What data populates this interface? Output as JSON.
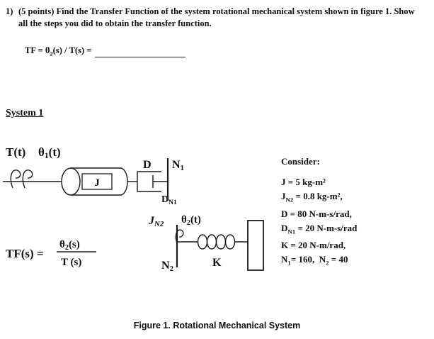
{
  "problem": {
    "number": "1)",
    "text": "(5 points) Find the Transfer Function of the system rotational mechanical system shown in figure 1. Show all the steps you did to obtain the transfer function.",
    "tf_label": [
      {
        "t": "TF = θ"
      },
      {
        "t": "2",
        "sub": true
      },
      {
        "t": "(s) / T(s)  ="
      }
    ]
  },
  "section_title": "System 1",
  "diagram": {
    "torque_label": "T(t)",
    "theta1_label": [
      {
        "t": "θ"
      },
      {
        "t": "1",
        "sub": true
      },
      {
        "t": "(t)"
      }
    ],
    "inertia_label": "J",
    "damper_label": "D",
    "gear1_label": [
      {
        "t": "N"
      },
      {
        "t": "1",
        "sub": true
      }
    ],
    "damper_n1_label": [
      {
        "t": "D"
      },
      {
        "t": "N1",
        "sub": true
      }
    ],
    "inertia_n2_label": [
      {
        "t": "J"
      },
      {
        "t": "N2",
        "sub": true
      }
    ],
    "theta2_label": [
      {
        "t": "θ"
      },
      {
        "t": "2",
        "sub": true
      },
      {
        "t": "(t)"
      }
    ],
    "gear2_label": [
      {
        "t": "N"
      },
      {
        "t": "2",
        "sub": true
      }
    ],
    "spring_label": "K",
    "tf_lhs": "TF(s) =",
    "tf_numerator": [
      {
        "t": "θ"
      },
      {
        "t": "2",
        "sub": true
      },
      {
        "t": "(s)"
      }
    ],
    "tf_denominator": "T (s)"
  },
  "consider": {
    "title": "Consider:",
    "items": [
      [
        {
          "t": "J = 5 kg-m²"
        }
      ],
      [
        {
          "t": "J"
        },
        {
          "t": "N2",
          "sub": true
        },
        {
          "t": " = 0.8 kg-m²,"
        }
      ],
      [
        {
          "t": "D = 80 N-m-s/rad,"
        }
      ],
      [
        {
          "t": "D"
        },
        {
          "t": "N1",
          "sub": true
        },
        {
          "t": " = 20 N-m-s/rad"
        }
      ],
      [
        {
          "t": "K = 20 N-m/rad,"
        }
      ],
      [
        {
          "t": "N"
        },
        {
          "t": "1",
          "sub": true
        },
        {
          "t": "= 160,  N"
        },
        {
          "t": "2",
          "sub": true
        },
        {
          "t": " = 40"
        }
      ]
    ]
  },
  "caption": "Figure 1. Rotational Mechanical System"
}
